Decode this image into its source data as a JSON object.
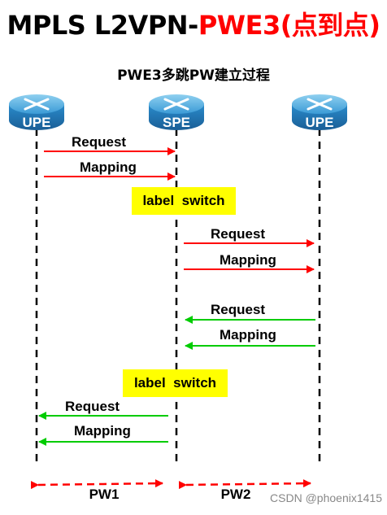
{
  "title_part1": "MPLS L2VPN-",
  "title_part2": "PWE3(点到点)",
  "subtitle": "PWE3多跳PW建立过程",
  "routers": {
    "left": "UPE",
    "middle": "SPE",
    "right": "UPE"
  },
  "messages": {
    "m1": "Request",
    "m2": "Mapping",
    "m3": "Request",
    "m4": "Mapping",
    "m5": "Request",
    "m6": "Mapping",
    "m7": "Request",
    "m8": "Mapping"
  },
  "switch_label_1": "label  switch",
  "switch_label_2": "label  switch",
  "pw1": "PW1",
  "pw2": "PW2",
  "watermark": "CSDN @phoenix1415",
  "colors": {
    "red": "#ff0000",
    "green": "#00cc00",
    "highlight": "#ffff00",
    "router": "#1a7fb8"
  }
}
